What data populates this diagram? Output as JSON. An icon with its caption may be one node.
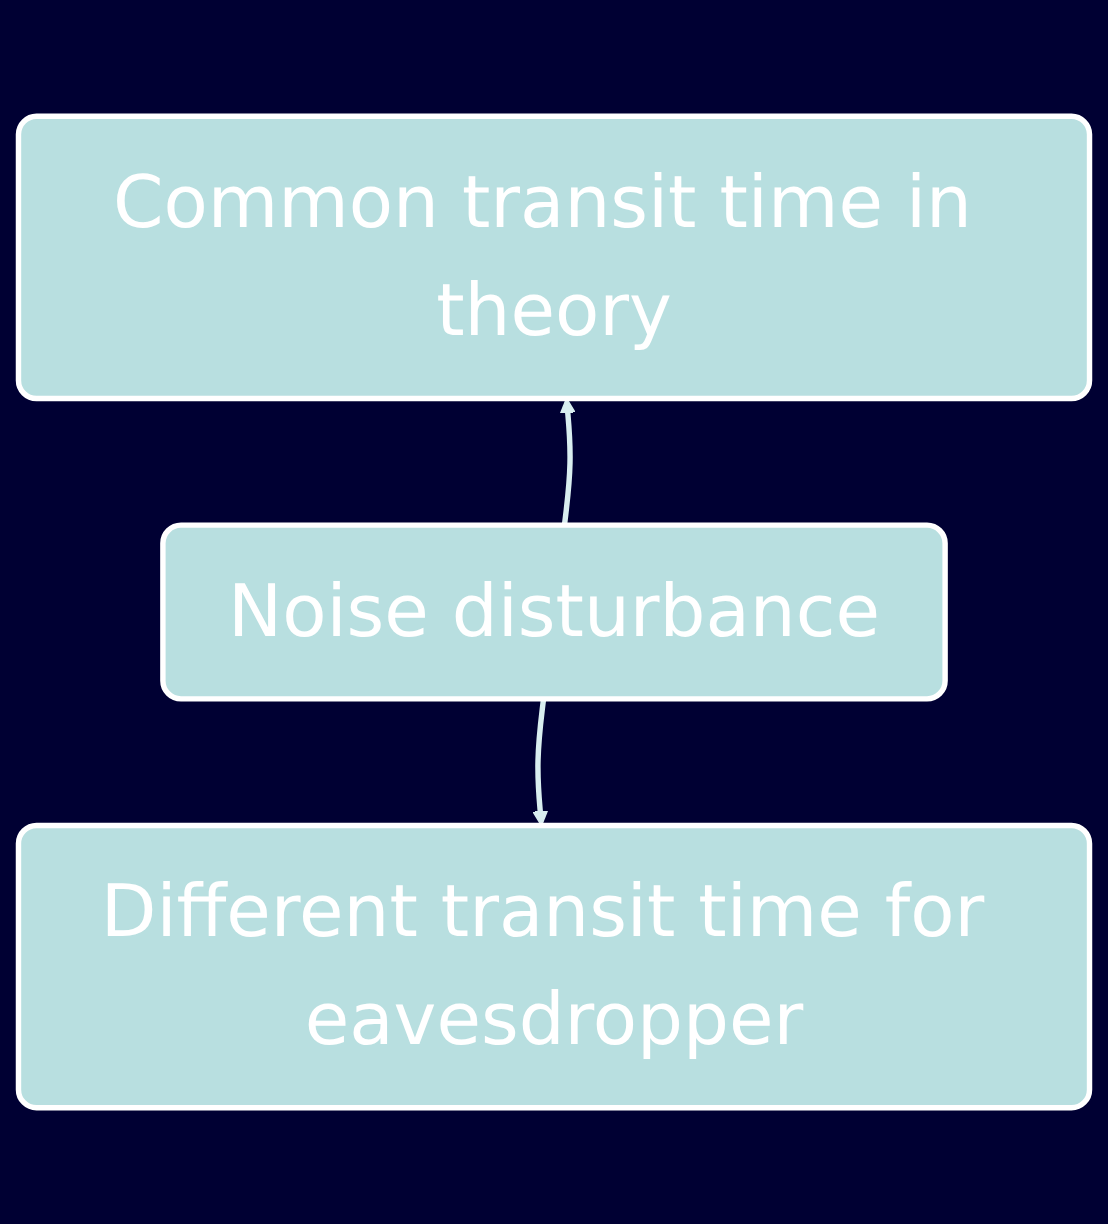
{
  "diagram": {
    "nodes": [
      {
        "text": [
          "Common transit time in theory"
        ]
      },
      {
        "text": [
          "Noise disturbance"
        ]
      },
      {
        "text": [
          "Different transit time for eavesdropper"
        ]
      }
    ],
    "edges": [
      {
        "from": 1,
        "to": 0,
        "arrow": "to"
      },
      {
        "from": 1,
        "to": 2,
        "arrow": "to"
      }
    ]
  }
}
